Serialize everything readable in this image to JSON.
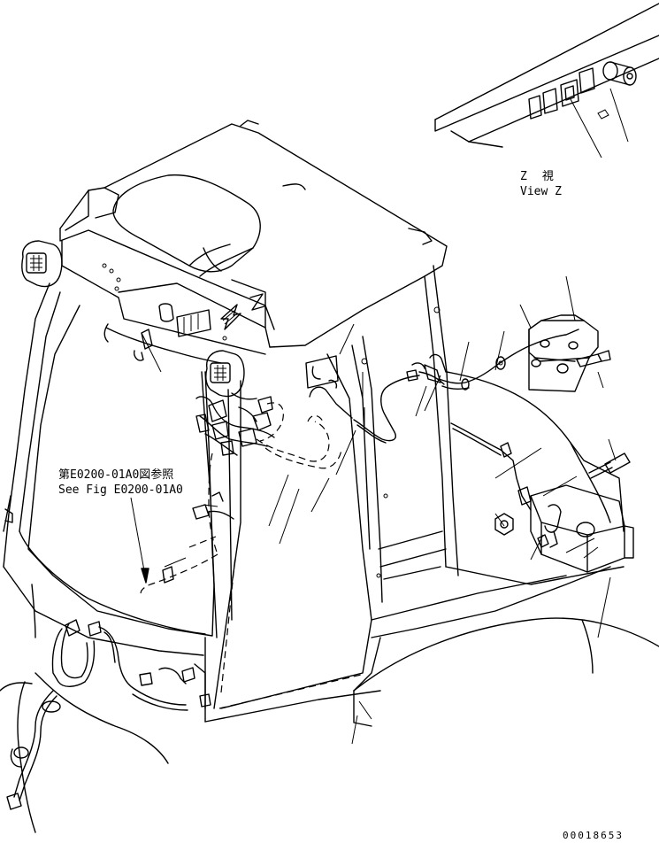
{
  "view_label": {
    "jp": "Z　視",
    "en": "View Z"
  },
  "reference_note": {
    "jp": "第E0200-01A0図参照",
    "en": "See Fig E0200-01A0"
  },
  "callout_letter": "Z",
  "drawing_number": "00018653"
}
